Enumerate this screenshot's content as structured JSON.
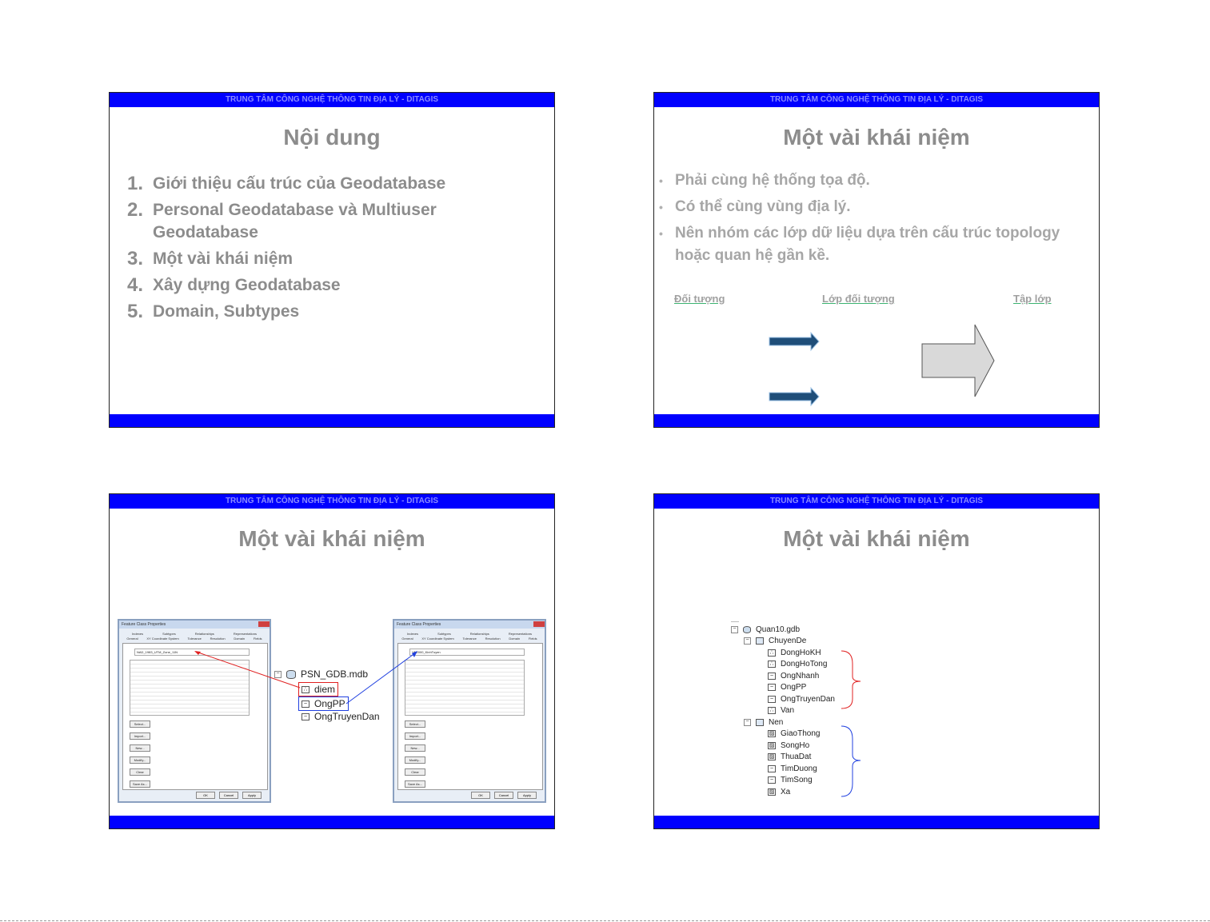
{
  "header_text": "TRUNG TÂM CÔNG NGHỆ THÔNG TIN ĐỊA LÝ - DITAGIS",
  "slide1": {
    "title": "Nội dung",
    "items": [
      {
        "num": "1.",
        "text": "Giới thiệu cấu trúc của Geodatabase"
      },
      {
        "num": "2.",
        "text": "Personal Geodatabase và Multiuser Geodatabase"
      },
      {
        "num": "3.",
        "text": "Một vài khái niệm"
      },
      {
        "num": "4.",
        "text": "Xây dựng Geodatabase"
      },
      {
        "num": "5.",
        "text": "Domain, Subtypes"
      }
    ]
  },
  "slide2": {
    "title": "Một vài khái niệm",
    "bullets": [
      "Phải cùng hệ thống tọa độ.",
      "Có thể cùng vùng địa lý.",
      "Nên nhóm các lớp dữ liệu dựa trên cấu trúc topology hoặc quan hệ gần kề."
    ],
    "link_object": "Đối tượng",
    "link_class": "Lớp đối tượng",
    "link_dataset": "Tập lớp"
  },
  "slide3": {
    "title": "Một vài khái niệm",
    "left_window_title": "Feature Class Properties",
    "right_window_title": "Feature Class Properties",
    "tabs_row1": [
      "Indexes",
      "Subtypes",
      "Relationships",
      "Representations"
    ],
    "tabs_row2": [
      "General",
      "XY Coordinate System",
      "Tolerance",
      "Resolution",
      "Domain",
      "Fields"
    ],
    "buttons": [
      "Select...",
      "Import...",
      "New...",
      "Modify...",
      "Clear",
      "Save As..."
    ],
    "footer_buttons": [
      "OK",
      "Cancel",
      "Apply"
    ],
    "left_name": "NAD_1983_UTM_Zone_11N",
    "right_name": "VN2000_KinhTuyen",
    "tree_root": "PSN_GDB.mdb",
    "tree_items": [
      "diem",
      "OngPP",
      "OngTruyenDan"
    ]
  },
  "slide4": {
    "title": "Một vài khái niệm",
    "root": "Quan10.gdb",
    "group1": "ChuyenDe",
    "group1_items": [
      "DongHoKH",
      "DongHoTong",
      "OngNhanh",
      "OngPP",
      "OngTruyenDan",
      "Van"
    ],
    "group2": "Nen",
    "group2_items": [
      "GiaoThong",
      "SongHo",
      "ThuaDat",
      "TimDuong",
      "TimSong",
      "Xa"
    ]
  },
  "colors": {
    "header_blue": "#0000ff",
    "title_gray": "#8c8c8c",
    "arrow_blue": "#1f4e79",
    "brace_red": "#e02020",
    "brace_blue": "#2040e0"
  }
}
